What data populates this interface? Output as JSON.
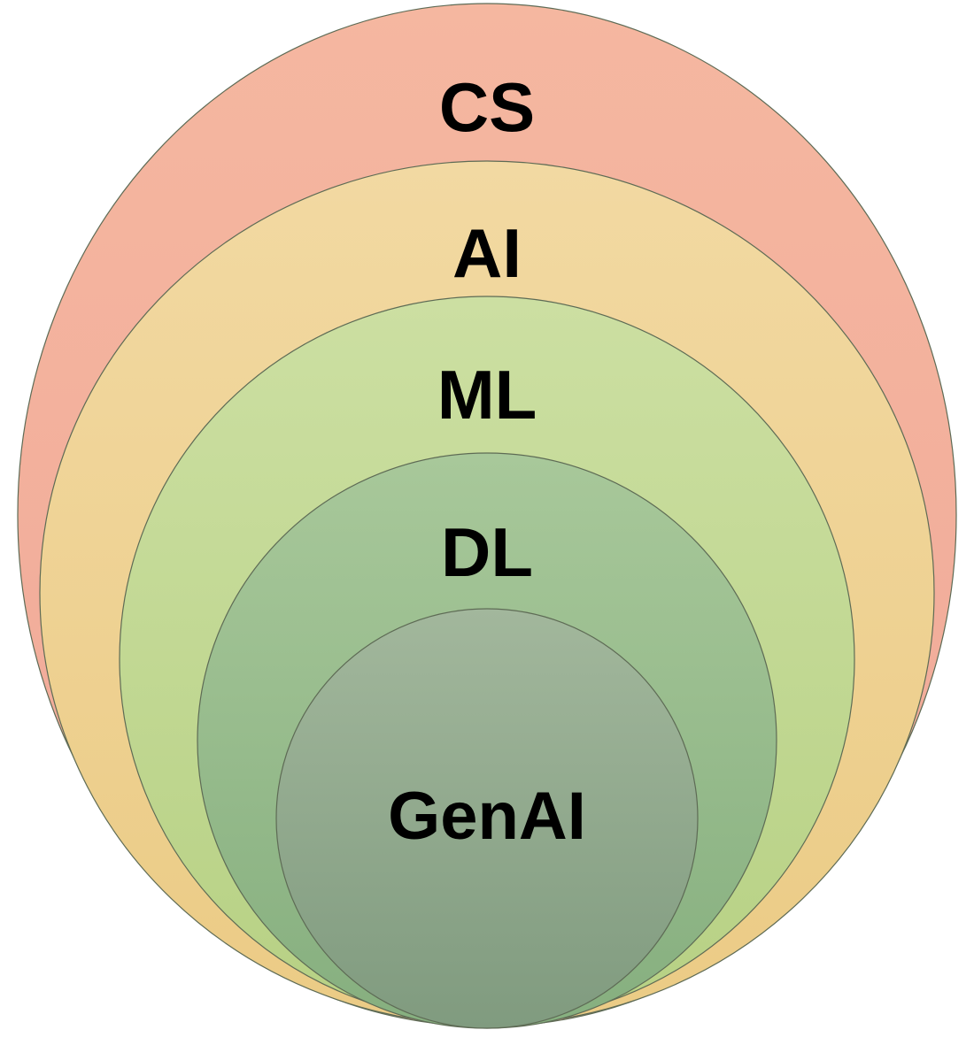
{
  "diagram": {
    "type": "nested-circles",
    "layers": [
      {
        "label": "CS",
        "color_top": "#F5B7A0",
        "color_bottom": "#F0A898"
      },
      {
        "label": "AI",
        "color_top": "#F2D9A2",
        "color_bottom": "#EBCB85"
      },
      {
        "label": "ML",
        "color_top": "#CCDFA2",
        "color_bottom": "#B7D184"
      },
      {
        "label": "DL",
        "color_top": "#A8C89A",
        "color_bottom": "#86AF7F"
      },
      {
        "label": "GenAI",
        "color_top": "#A2B79C",
        "color_bottom": "#809B7F"
      }
    ],
    "outline_color": "#5E6B55"
  }
}
